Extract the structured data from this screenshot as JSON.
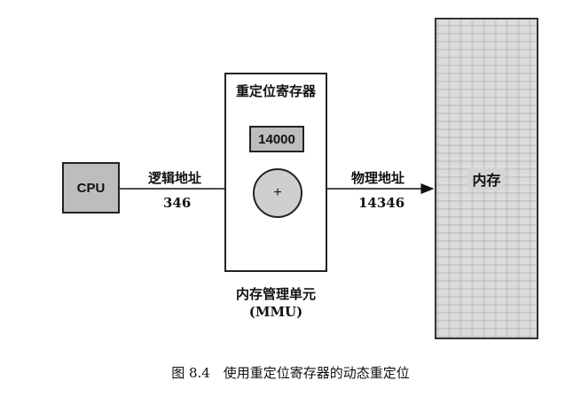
{
  "cpu": {
    "label": "CPU"
  },
  "mmu": {
    "register_title": "重定位寄存器",
    "register_value": "14000",
    "adder_symbol": "+",
    "caption_line1": "内存管理单元",
    "caption_line2": "(MMU)"
  },
  "logical": {
    "label": "逻辑地址",
    "value": "346"
  },
  "physical": {
    "label": "物理地址",
    "value": "14346"
  },
  "memory": {
    "label": "内存"
  },
  "figure": {
    "caption": "图 8.4　使用重定位寄存器的动态重定位"
  }
}
